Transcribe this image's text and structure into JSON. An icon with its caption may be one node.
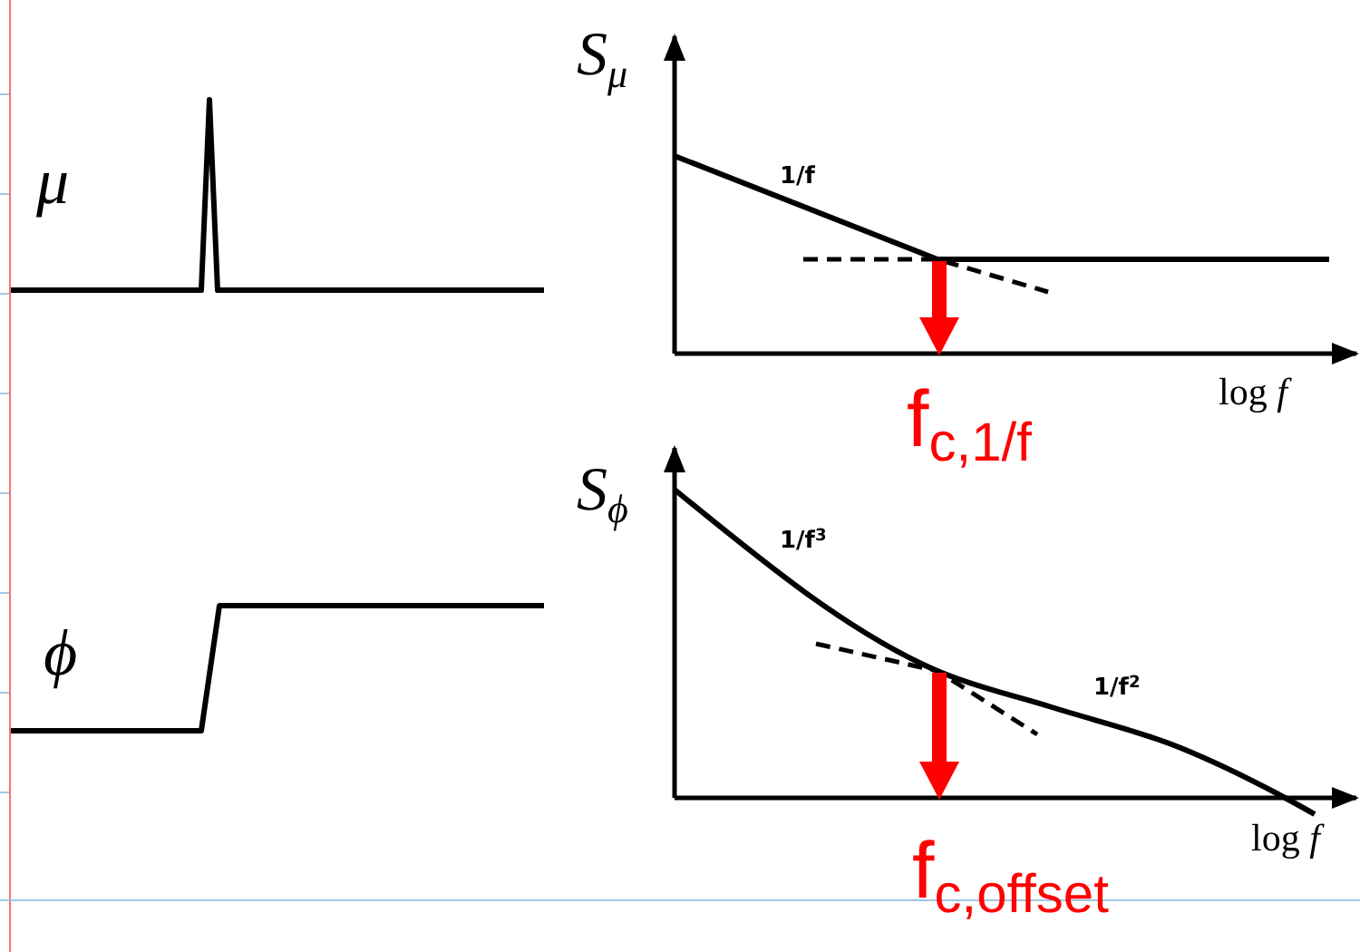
{
  "diagram": {
    "labels": [
      "S$_{μ}$",
      "μ",
      "1/f",
      "log *f*",
      "f$_{c,1/f}$",
      "S$_{ϕ}$",
      "ϕ",
      "1/f$^{3}$",
      "1/f$^{2}$",
      "log *f*",
      "f$_{c,offset}$"
    ]
  }
}
